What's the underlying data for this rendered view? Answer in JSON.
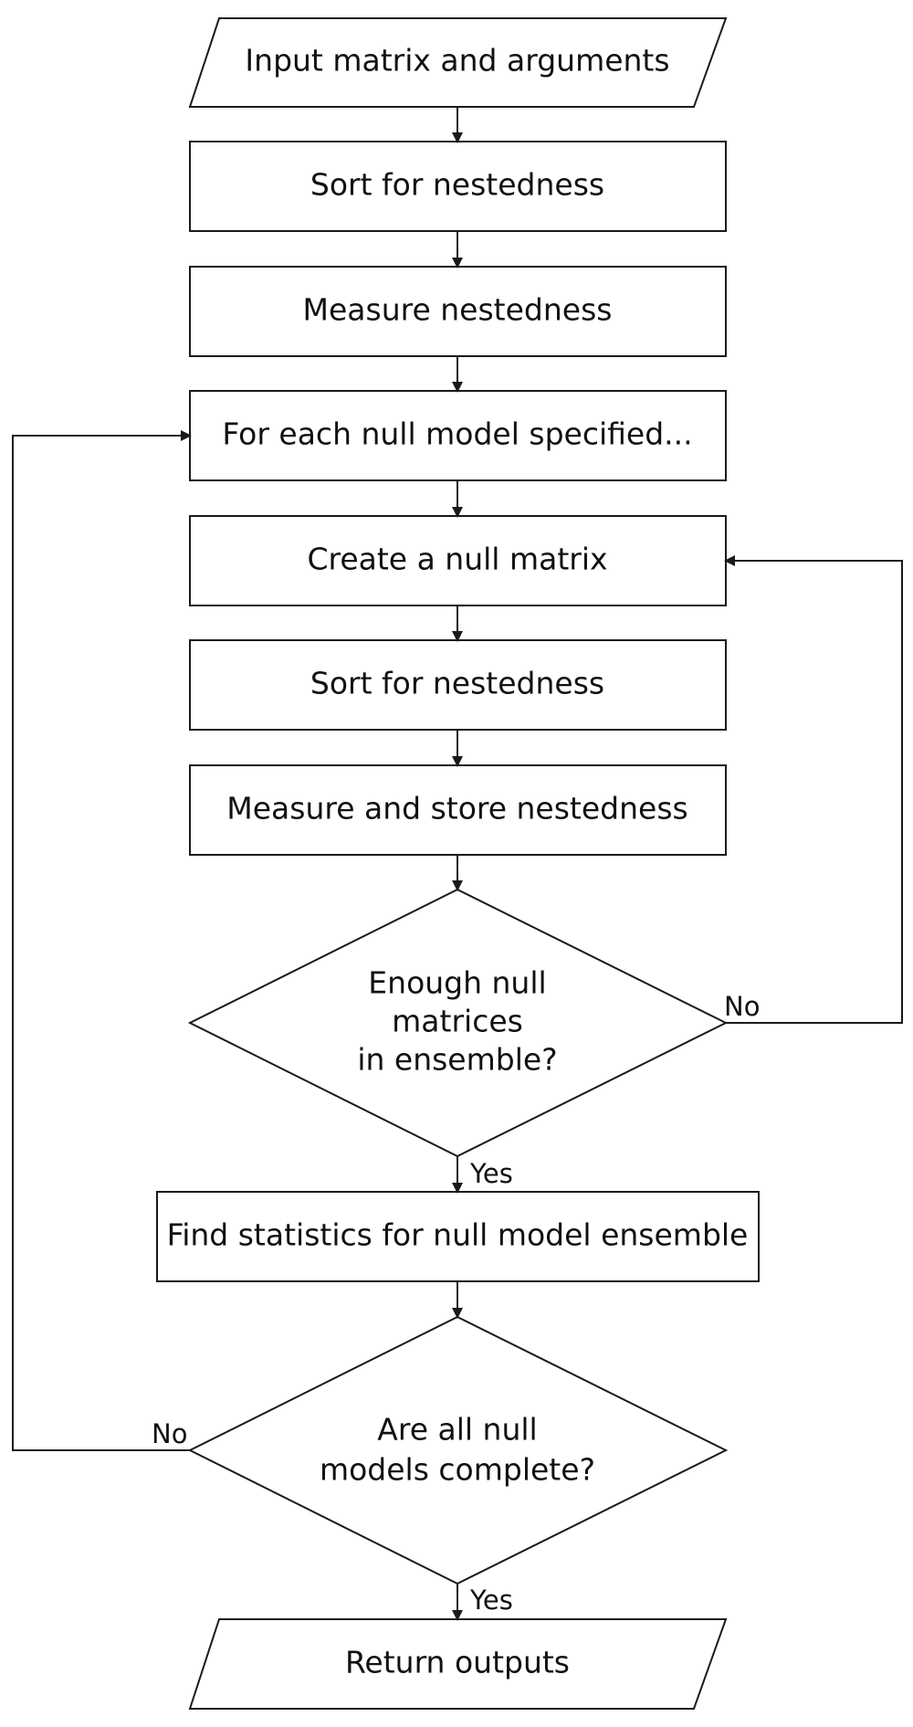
{
  "diagram": {
    "nodes": {
      "input": "Input matrix and arguments",
      "sort1": "Sort for nestedness",
      "measure1": "Measure nestedness",
      "foreach": "For each null model specified...",
      "create_null": "Create a null matrix",
      "sort2": "Sort for nestedness",
      "measure_store": "Measure and store nestedness",
      "decision_enough": [
        "Enough null",
        "matrices",
        "in ensemble?"
      ],
      "find_stats": "Find statistics for null model ensemble",
      "decision_complete": [
        "Are all null",
        "models complete?"
      ],
      "return_outputs": "Return outputs"
    },
    "edge_labels": {
      "enough_no": "No",
      "enough_yes": "Yes",
      "complete_no": "No",
      "complete_yes": "Yes"
    }
  }
}
